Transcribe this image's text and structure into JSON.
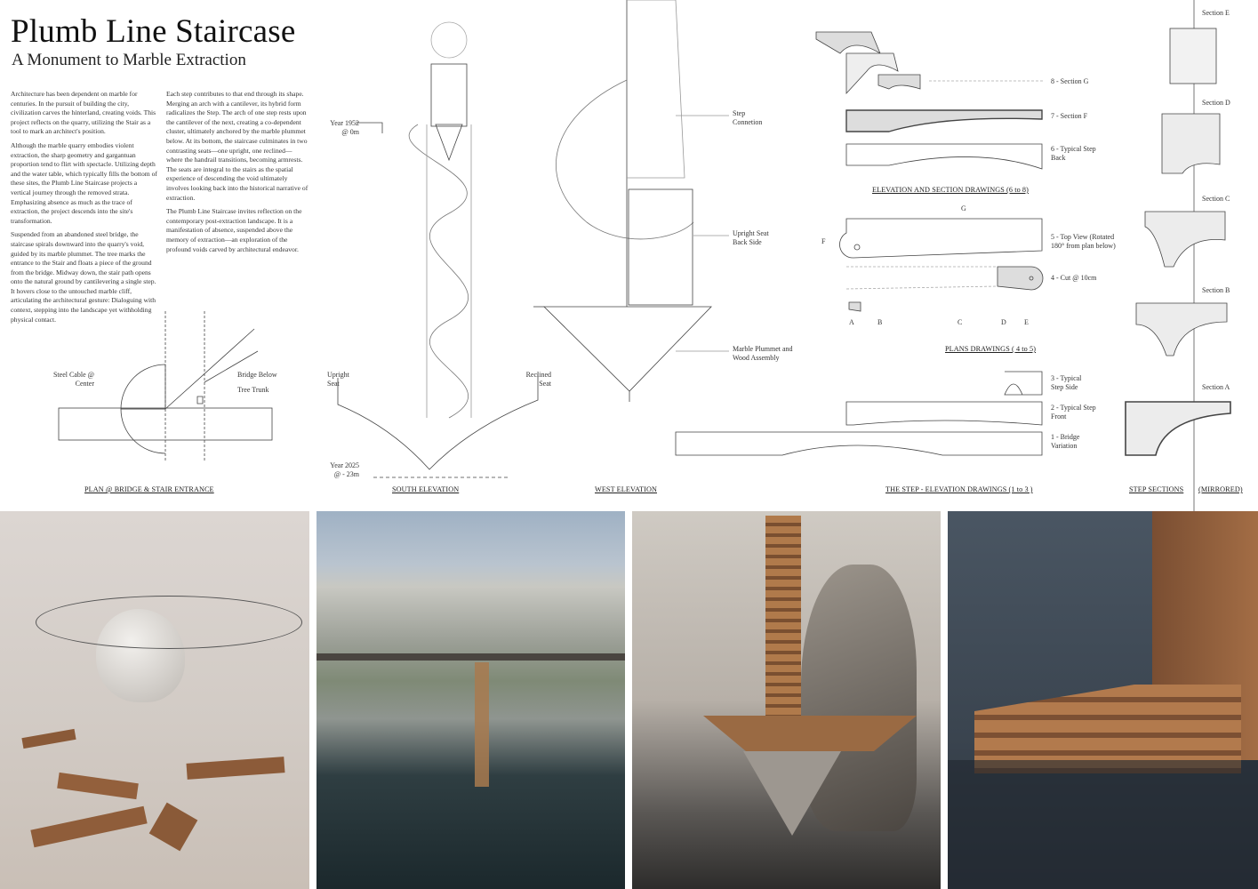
{
  "header": {
    "title": "Plumb Line Staircase",
    "subtitle": "A Monument to Marble Extraction"
  },
  "text": {
    "col1": [
      "Architecture has been dependent on marble for centuries. In the pursuit of building the city, civilization carves the hinterland, creating voids. This project reflects on the quarry, utilizing the Stair as a tool to mark an architect's position.",
      "Although the marble quarry embodies violent extraction, the sharp geometry and gargantuan proportion tend to flirt with spectacle. Utilizing depth and the water table, which typically fills the bottom of these sites, the Plumb Line Staircase projects a vertical journey through the removed strata. Emphasizing absence as much as the trace of extraction, the project descends into the site's transformation.",
      "Suspended from an abandoned steel bridge, the staircase spirals downward into the quarry's void, guided by its marble plummet. The tree marks the entrance to the Stair and floats a piece of the ground from the bridge. Midway down, the stair path opens onto the natural ground by cantilevering a single step. It hovers close to the untouched marble cliff, articulating the architectural gesture: Dialoguing with context, stepping into the landscape yet withholding physical contact."
    ],
    "col2": [
      "Each step contributes to that end through its shape. Merging an arch with a cantilever, its hybrid form radicalizes the Step. The arch of one step rests upon the cantilever of the next, creating a co-dependent cluster, ultimately anchored by the marble plummet below. At its bottom, the staircase culminates in two contrasting seats—one upright, one reclined—where the handrail transitions, becoming armrests. The seats are integral to the stairs as the spatial experience of descending the void ultimately involves looking back into the historical narrative of extraction.",
      "The Plumb Line Staircase invites reflection on the contemporary post-extraction landscape. It is a manifestation of absence, suspended above the memory of extraction—an exploration of the profound voids carved by architectural endeavor."
    ]
  },
  "plan": {
    "steel_cable": "Steel Cable @ Center",
    "bridge_below": "Bridge Below",
    "tree_trunk": "Tree Trunk",
    "caption": "PLAN @ BRIDGE & STAIR ENTRANCE"
  },
  "south": {
    "year1952": "Year 1952 @ 0m",
    "upright": "Upright Seat",
    "reclined": "Reclined Seat",
    "year2025": "Year 2025 @ - 23m",
    "caption": "SOUTH ELEVATION"
  },
  "west": {
    "step_conn": "Step Connetion",
    "upright_back": "Upright Seat Back Side",
    "plummet": "Marble Plummet and Wood Assembly",
    "caption": "WEST ELEVATION"
  },
  "step": {
    "s8": "8 - Section G",
    "s7": "7 - Section F",
    "s6": "6 - Typical Step Back",
    "cap_elev": "ELEVATION AND SECTION DRAWINGS (6 to 8)",
    "g": "G",
    "f": "F",
    "s5": "5 - Top View (Rotated 180° from plan below)",
    "s4": "4 - Cut @ 10cm",
    "cuts": [
      "A",
      "B",
      "C",
      "D",
      "E"
    ],
    "cap_plans": "PLANS  DRAWINGS ( 4 to 5)",
    "s3": "3 - Typical Step Side",
    "s2": "2 - Typical Step Front",
    "s1": "1 - Bridge Variation",
    "cap_step": "THE STEP - ELEVATION DRAWINGS (1 to 3 )"
  },
  "sections": {
    "e": "Section E",
    "d": "Section D",
    "c": "Section C",
    "b": "Section B",
    "a": "Section A",
    "caption": "STEP SECTIONS",
    "mirrored": "(MIRRORED)"
  }
}
